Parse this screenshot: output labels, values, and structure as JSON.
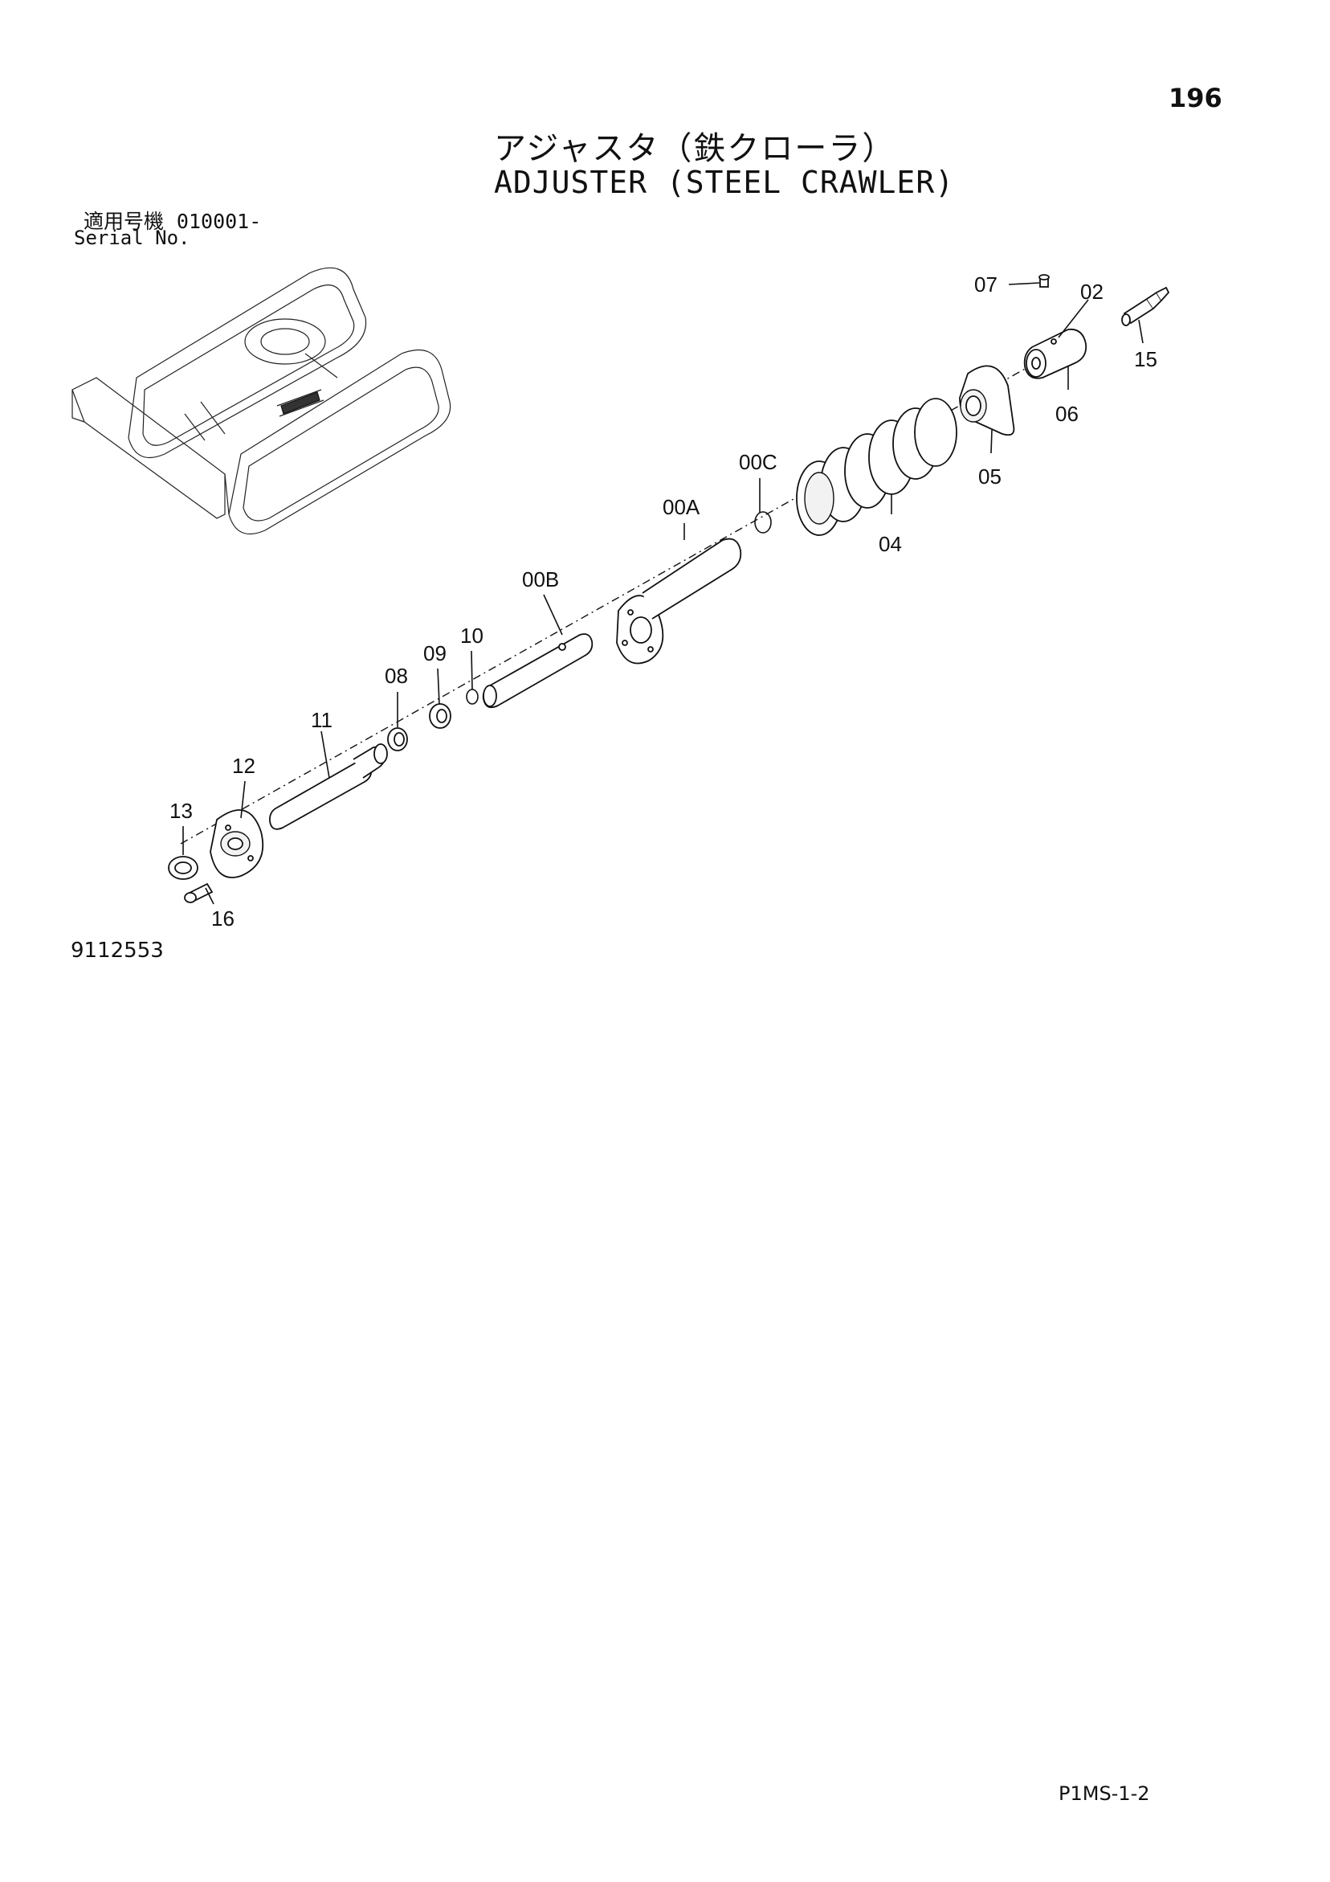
{
  "page_number": "196",
  "title_ja": "アジャスタ（鉄クローラ）",
  "title_en": "ADJUSTER (STEEL CRAWLER)",
  "serial": {
    "label_ja": "適用号機",
    "value": "010001-",
    "label_en": "Serial No."
  },
  "drawing_number": "9112553",
  "footer_code": "P1MS-1-2",
  "callouts": {
    "c07": "07",
    "c02": "02",
    "c15": "15",
    "c06": "06",
    "c05": "05",
    "c04": "04",
    "c00C": "00C",
    "c00A": "00A",
    "c00B": "00B",
    "c10": "10",
    "c09": "09",
    "c08": "08",
    "c11": "11",
    "c12": "12",
    "c13": "13",
    "c16": "16"
  }
}
